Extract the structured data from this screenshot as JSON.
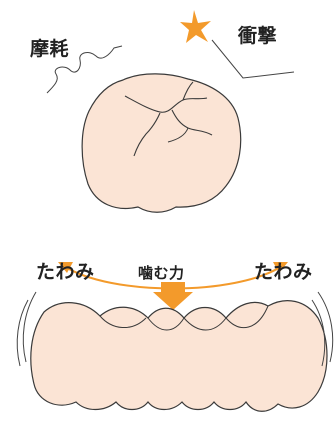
{
  "labels": {
    "wear": "摩耗",
    "impact": "衝撃",
    "flex_left": "たわみ",
    "bite_force": "噛む力",
    "flex_right": "たわみ"
  },
  "icons": {
    "impact": "star-burst-icon",
    "force": "down-arrow-icon",
    "flex": "double-headed-curved-arrow-icon"
  },
  "colors": {
    "tooth_fill": "#fbe4d5",
    "tooth_stroke": "#3a3a3a",
    "accent": "#f39a2b",
    "line": "#444444",
    "text": "#222222"
  }
}
